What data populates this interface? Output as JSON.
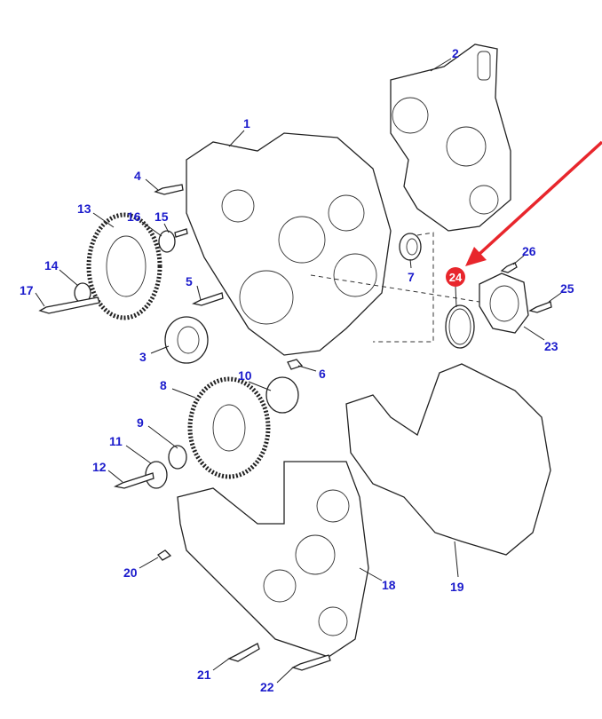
{
  "callouts": {
    "c1": "1",
    "c2": "2",
    "c3": "3",
    "c4": "4",
    "c5": "5",
    "c6": "6",
    "c7": "7",
    "c8": "8",
    "c9": "9",
    "c10": "10",
    "c11": "11",
    "c12": "12",
    "c13": "13",
    "c14": "14",
    "c15": "15",
    "c16": "16",
    "c17": "17",
    "c18": "18",
    "c19": "19",
    "c20": "20",
    "c21": "21",
    "c22": "22",
    "c23": "23",
    "c24": "24",
    "c25": "25",
    "c26": "26"
  },
  "highlight": {
    "part": "24",
    "color": "#e8262c",
    "arrow_color": "#e8262c"
  },
  "label_color": "#1c1ccc"
}
